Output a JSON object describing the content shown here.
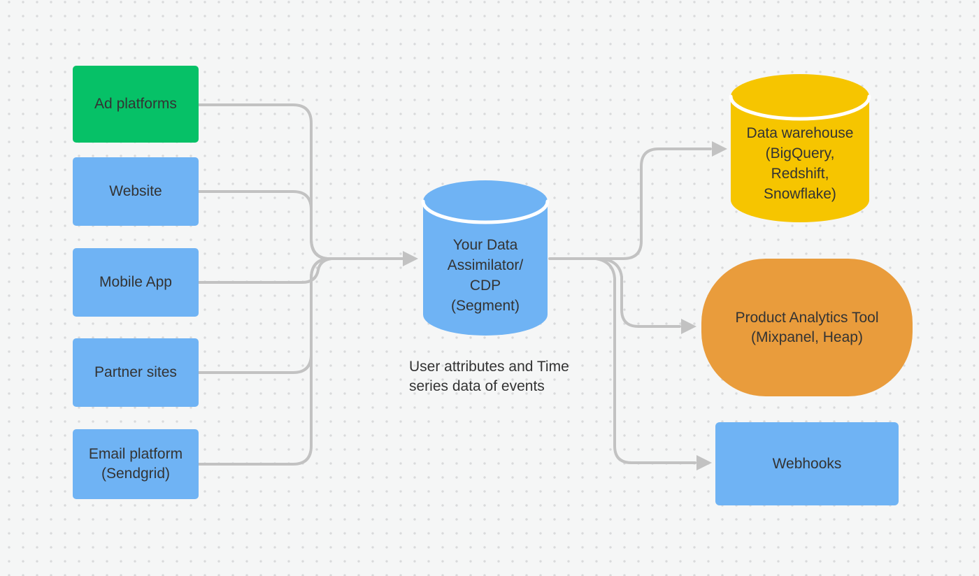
{
  "diagram": {
    "background_color": "#f5f6f6",
    "dot_color": "#d9dadb",
    "connector_color": "#c2c2c2",
    "text_color": "#333333",
    "sources": [
      {
        "label": "Ad platforms",
        "color": "#06c167"
      },
      {
        "label": "Website",
        "color": "#6fb3f4"
      },
      {
        "label": "Mobile App",
        "color": "#6fb3f4"
      },
      {
        "label": "Partner sites",
        "color": "#6fb3f4"
      },
      {
        "lines": [
          "Email platform",
          "(Sendgrid)"
        ],
        "color": "#6fb3f4"
      }
    ],
    "hub": {
      "lines": [
        "Your Data",
        "Assimilator/",
        "CDP",
        "(Segment)"
      ],
      "color": "#6fb3f4",
      "shape": "cylinder",
      "caption_lines": [
        "User attributes and Time",
        "series data of events"
      ]
    },
    "destinations": [
      {
        "lines": [
          "Data warehouse",
          "(BigQuery,",
          "Redshift,",
          "Snowflake)"
        ],
        "color": "#f6c500",
        "shape": "cylinder"
      },
      {
        "lines": [
          "Product Analytics Tool",
          "(Mixpanel, Heap)"
        ],
        "color": "#e99c3c",
        "shape": "pill"
      },
      {
        "label": "Webhooks",
        "color": "#6fb3f4",
        "shape": "rectangle"
      }
    ]
  }
}
